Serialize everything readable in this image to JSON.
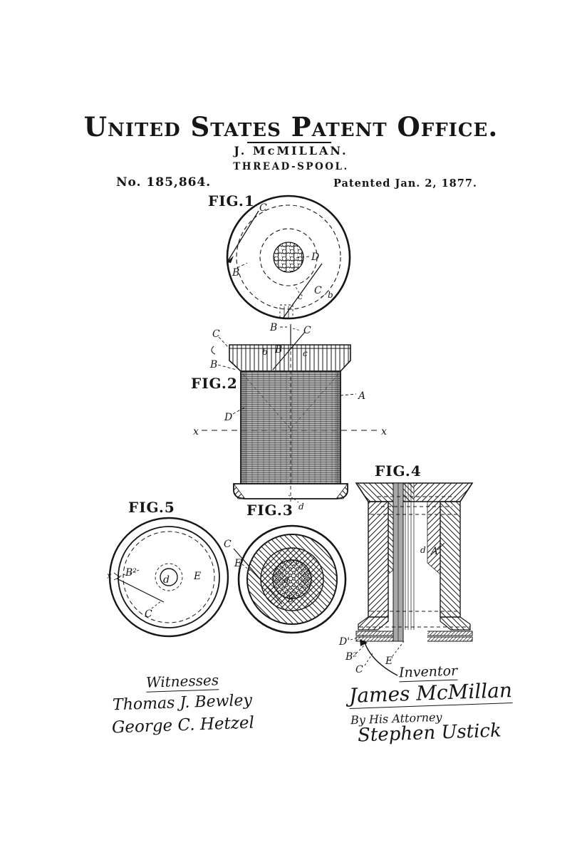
{
  "page": {
    "title": "United States Patent Office.",
    "inventor_line": "J. McMILLAN.",
    "subject_line": "THREAD-SPOOL.",
    "patent_number": "No. 185,864.",
    "patent_date": "Patented Jan. 2, 1877."
  },
  "figures": {
    "fig1": {
      "label": "FIG.1",
      "annotations": [
        "C",
        "B",
        "D",
        "c",
        "C",
        "b",
        "B",
        "C"
      ]
    },
    "fig2": {
      "label": "FIG.2",
      "annotations": [
        "C",
        "B",
        "b",
        "B",
        "c",
        "A",
        "D",
        "x",
        "x",
        "d"
      ]
    },
    "fig3": {
      "label": "FIG.3",
      "annotations": [
        "C",
        "E",
        "d",
        "b"
      ]
    },
    "fig4": {
      "label": "FIG.4",
      "annotations": [
        "d",
        "A",
        "D'",
        "B²",
        "C",
        "E"
      ]
    },
    "fig5": {
      "label": "FIG.5",
      "annotations": [
        "x",
        "B²",
        "d",
        "E",
        "C"
      ]
    }
  },
  "signatures": {
    "witnesses_heading": "Witnesses",
    "witness1": "Thomas J. Bewley",
    "witness2": "George C. Hetzel",
    "inventor_heading": "Inventor",
    "inventor_name": "James McMillan",
    "attorney_line": "By His Attorney",
    "attorney_name": "Stephen Ustick"
  },
  "colors": {
    "ink": "#161616",
    "paper": "#ffffff"
  }
}
